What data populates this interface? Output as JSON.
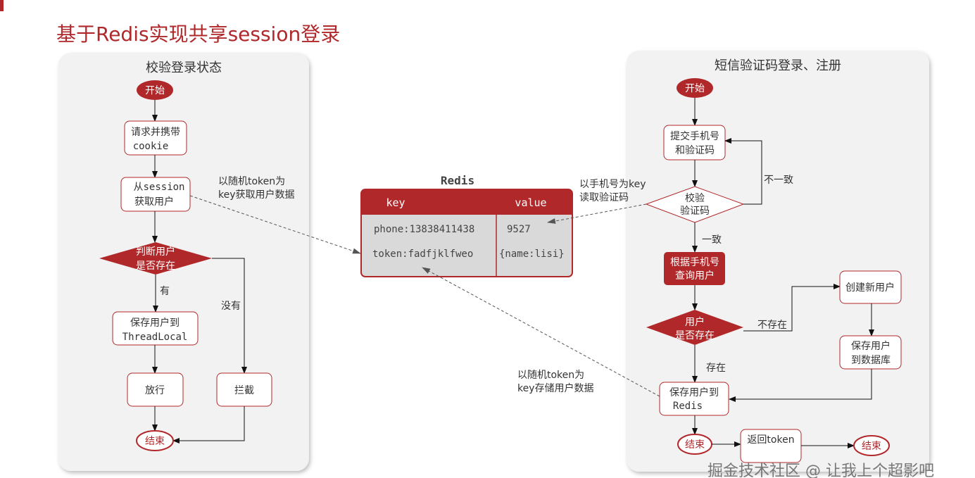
{
  "title": "基于Redis实现共享session登录",
  "colors": {
    "accent": "#b0282a",
    "panel": "#f2f2f2",
    "redis_body": "#d9d9d9"
  },
  "left_panel": {
    "title": "校验登录状态",
    "start": "开始",
    "step1": [
      "请求并携带",
      "cookie"
    ],
    "step2": [
      "从session",
      "获取用户"
    ],
    "decision": [
      "判断用户",
      "是否存在"
    ],
    "yes_label": "有",
    "no_label": "没有",
    "save": [
      "保存用户到",
      "ThreadLocal"
    ],
    "pass": "放行",
    "block": "拦截",
    "end": "结束"
  },
  "redis": {
    "title": "Redis",
    "headers": [
      "key",
      "value"
    ],
    "rows": [
      {
        "key": "phone:13838411438",
        "value": "9527"
      },
      {
        "key": "token:fadfjklfweo",
        "value": "{name:lisi}"
      }
    ]
  },
  "annotations": {
    "get_user": [
      "以随机token为",
      "key获取用户数据"
    ],
    "read_code": [
      "以手机号为key",
      "读取验证码"
    ],
    "store_user": [
      "以随机token为",
      "key存储用户数据"
    ]
  },
  "right_panel": {
    "title": "短信验证码登录、注册",
    "start": "开始",
    "submit": [
      "提交手机号",
      "和验证码"
    ],
    "verify": [
      "校验",
      "验证码"
    ],
    "mismatch_label": "不一致",
    "match_label": "一致",
    "query": [
      "根据手机号",
      "查询用户"
    ],
    "exists_decision": [
      "用户",
      "是否存在"
    ],
    "not_exist_label": "不存在",
    "exist_label": "存在",
    "create_user": "创建新用户",
    "save_db": [
      "保存用户",
      "到数据库"
    ],
    "save_redis": [
      "保存用户到",
      "Redis"
    ],
    "end1": "结束",
    "return_token": "返回token",
    "end2": "结束"
  },
  "watermark": "掘金技术社区 @ 让我上个超影吧"
}
